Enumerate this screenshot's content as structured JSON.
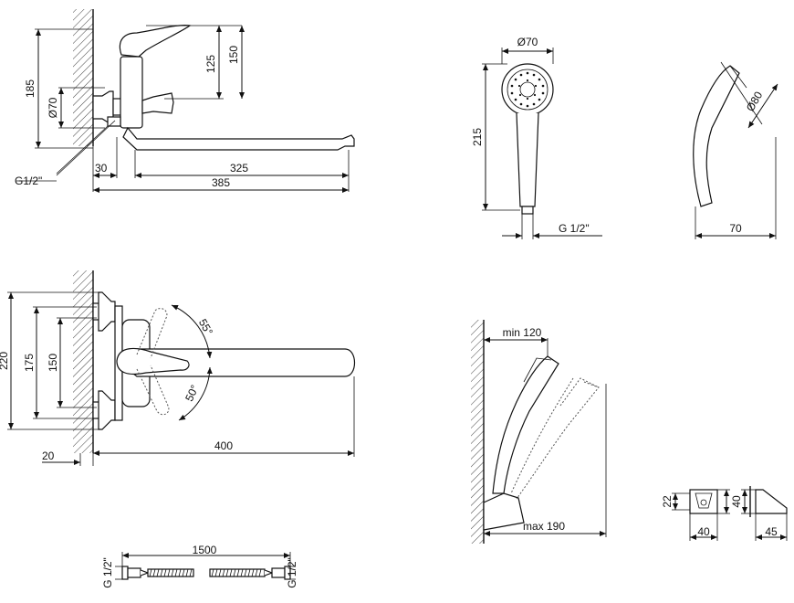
{
  "dimensions": {
    "d185": "185",
    "d70_top": "Ø70",
    "d125": "125",
    "d150_top": "150",
    "d_g12_left": "G1/2\"",
    "d30": "30",
    "d325": "325",
    "d385": "385",
    "d70_head": "Ø70",
    "d215": "215",
    "d_g12_head": "G 1/2\"",
    "d80": "Ø80",
    "d70_side": "70",
    "d220": "220",
    "d175": "175",
    "d150_front": "150",
    "d55": "55°",
    "d50": "50°",
    "d20": "20",
    "d400": "400",
    "d_min120": "min 120",
    "d_max190": "max 190",
    "d22": "22",
    "d40_a": "40",
    "d40_b": "40",
    "d40_c": "40",
    "d45": "45",
    "d1500": "1500",
    "d_g12_hose_l": "G 1/2\"",
    "d_g12_hose_r": "G 1/2\""
  }
}
